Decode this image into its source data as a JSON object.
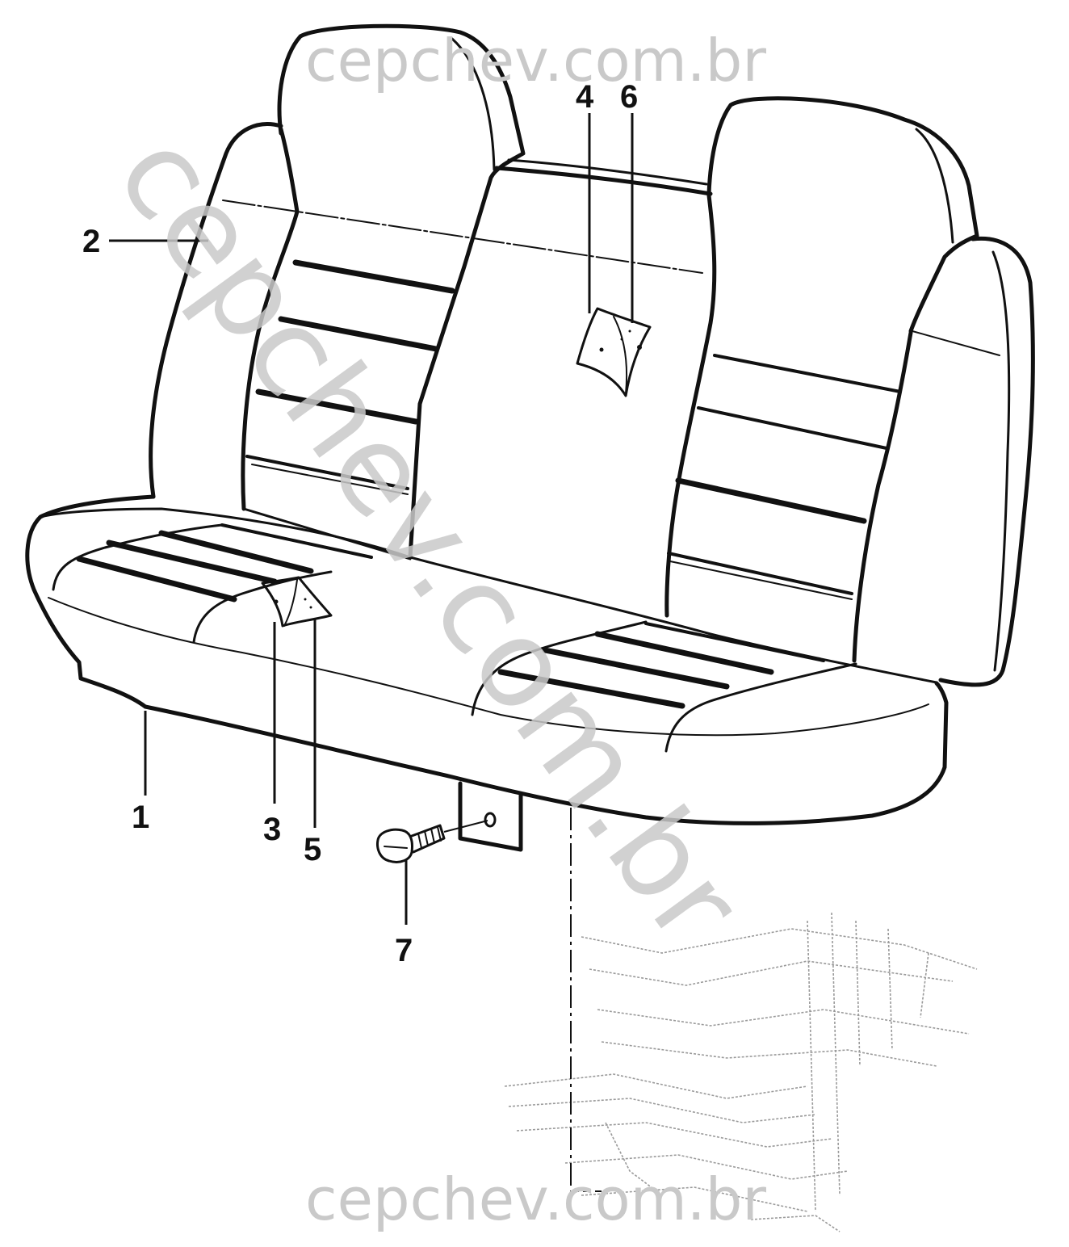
{
  "watermark": {
    "top": "cepchev.com.br",
    "bottom": "cepchev.com.br",
    "diagonal": "cepchev.com.br"
  },
  "callouts": [
    {
      "id": "1",
      "label": "1"
    },
    {
      "id": "2",
      "label": "2"
    },
    {
      "id": "3",
      "label": "3"
    },
    {
      "id": "4",
      "label": "4"
    },
    {
      "id": "5",
      "label": "5"
    },
    {
      "id": "6",
      "label": "6"
    },
    {
      "id": "7",
      "label": "7"
    }
  ]
}
